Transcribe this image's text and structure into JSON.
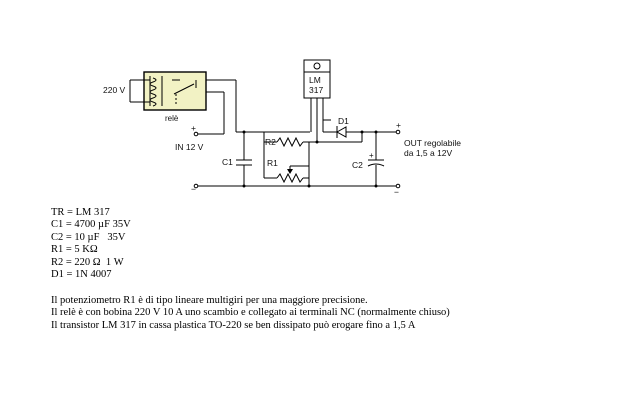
{
  "diagram": {
    "labels": {
      "mains": "220 V",
      "relay": "relè",
      "input": "IN 12 V",
      "reg_line1": "LM",
      "reg_line2": "317",
      "c1": "C1",
      "c2": "C2",
      "r1": "R1",
      "r2": "R2",
      "d1": "D1",
      "out_line1": "OUT regolabile",
      "out_line2": "da 1,5 a 12V",
      "plus": "+",
      "minus": "−"
    }
  },
  "parts_list": [
    "TR = LM 317",
    "C1 = 4700 µF 35V",
    "C2 = 10 µF   35V",
    "R1 = 5 KΩ",
    "R2 = 220 Ω  1 W",
    "D1 = 1N 4007"
  ],
  "notes": [
    "Il potenziometro R1 è di tipo lineare multigiri per una maggiore precisione.",
    "Il relè è con bobina 220 V 10 A uno scambio e collegato ai terminali NC (normalmente chiuso)",
    "Il transistor LM 317 in cassa plastica TO-220 se ben dissipato può erogare fino a 1,5 A"
  ],
  "colors": {
    "relay_fill": "#f2f2c4",
    "background": "#ffffff",
    "line": "#000000"
  }
}
